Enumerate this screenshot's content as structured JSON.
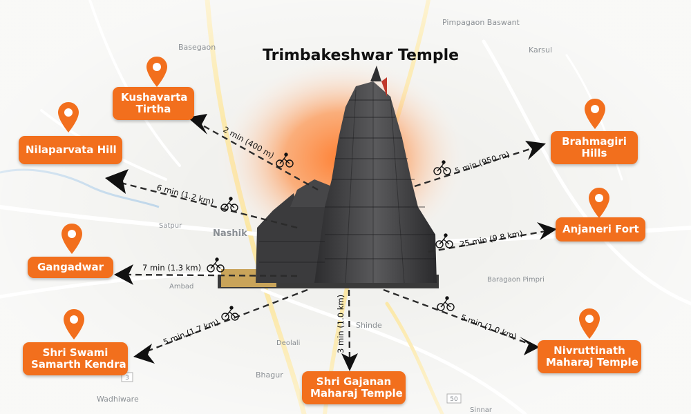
{
  "title": "Trimbakeshwar Temple",
  "colors": {
    "accent": "#f26f1d",
    "glow": "#ff7a2a",
    "text": "#111111",
    "map_bg": "#f4f4f2"
  },
  "destinations": [
    {
      "id": "kushavarta",
      "lines": [
        "Kushavarta",
        "Tirtha"
      ],
      "icon": "location-pin-icon"
    },
    {
      "id": "nilaparvata",
      "lines": [
        "Nilaparvata Hill"
      ],
      "icon": "location-pin-icon"
    },
    {
      "id": "gangadwar",
      "lines": [
        "Gangadwar"
      ],
      "icon": "location-pin-icon"
    },
    {
      "id": "swami-samarth",
      "lines": [
        "Shri Swami",
        "Samarth Kendra"
      ],
      "icon": "location-pin-icon"
    },
    {
      "id": "gajanan",
      "lines": [
        "Shri Gajanan",
        "Maharaj Temple"
      ],
      "icon": "location-pin-icon"
    },
    {
      "id": "brahmagiri",
      "lines": [
        "Brahmagiri",
        "Hills"
      ],
      "icon": "location-pin-icon"
    },
    {
      "id": "anjaneri",
      "lines": [
        "Anjaneri Fort"
      ],
      "icon": "location-pin-icon"
    },
    {
      "id": "nivruttinath",
      "lines": [
        "Nivruttinath",
        "Maharaj Temple"
      ],
      "icon": "location-pin-icon"
    }
  ],
  "routes": [
    {
      "to": "kushavarta",
      "text": "2 min (400 m)",
      "icon": "bicycle-icon"
    },
    {
      "to": "nilaparvata",
      "text": "6 min (1.2 km)",
      "icon": "bicycle-icon"
    },
    {
      "to": "gangadwar",
      "text": "7 min (1.3 km)",
      "icon": "bicycle-icon"
    },
    {
      "to": "swami-samarth",
      "text": "5 min (1.7 km)",
      "icon": "bicycle-icon"
    },
    {
      "to": "gajanan",
      "text": "3 min (1.0 km)",
      "icon": "bicycle-icon"
    },
    {
      "to": "brahmagiri",
      "text": "5 min (950 m)",
      "icon": "bicycle-icon"
    },
    {
      "to": "anjaneri",
      "text": "25 min (9.8 km)",
      "icon": "bicycle-icon"
    },
    {
      "to": "nivruttinath",
      "text": "5 min (1.0 km)",
      "icon": "bicycle-icon"
    }
  ],
  "map_labels": [
    "Basegaon",
    "Pimpagaon Baswant",
    "Karsul",
    "Nashik",
    "Satpur",
    "Ambad",
    "Baragaon Pimpri",
    "Shinde",
    "Bhagur",
    "Wadhiware",
    "Deolali",
    "Sinnar"
  ],
  "road_markers": [
    "3",
    "50"
  ]
}
